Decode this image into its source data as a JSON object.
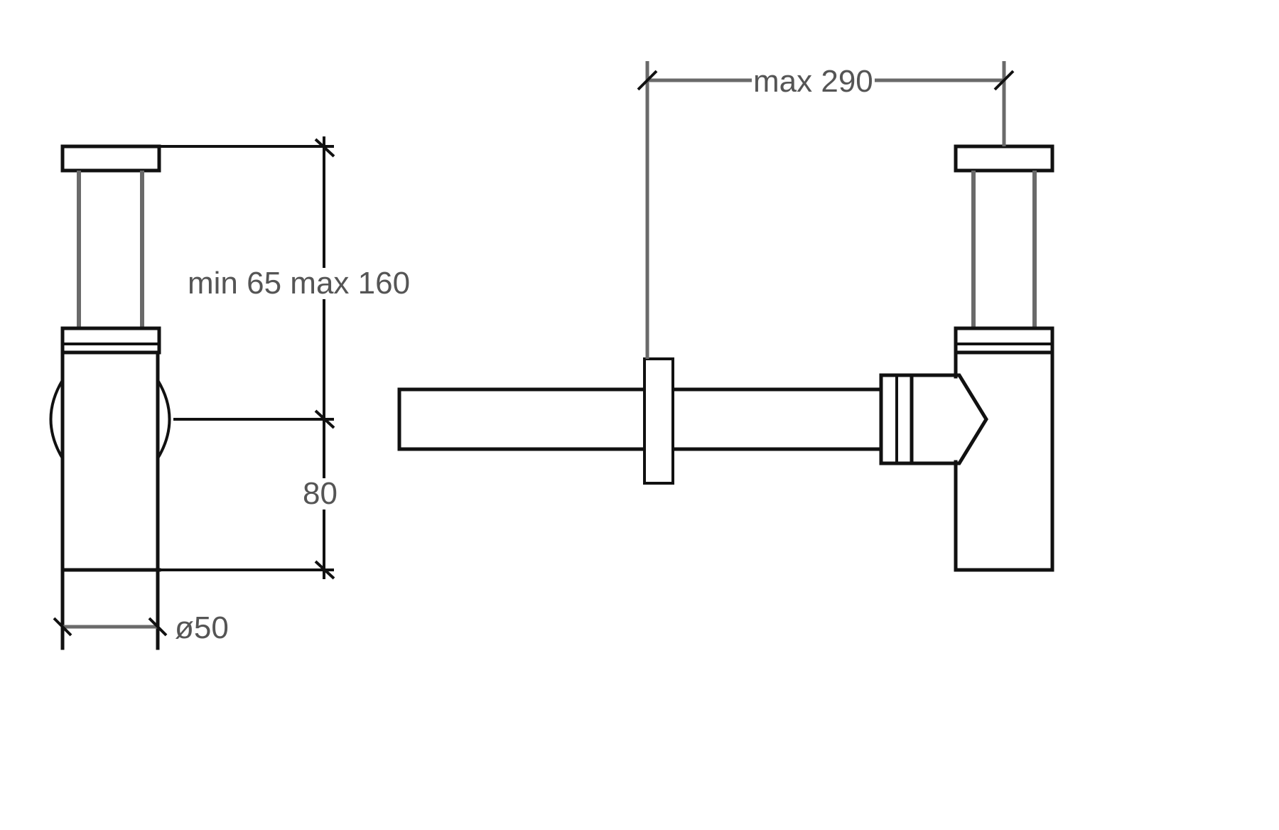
{
  "diagram": {
    "labels": {
      "height_range": "min 65 max 160",
      "outlet_height": "80",
      "diameter": "ø50",
      "max_length": "max 290"
    }
  }
}
